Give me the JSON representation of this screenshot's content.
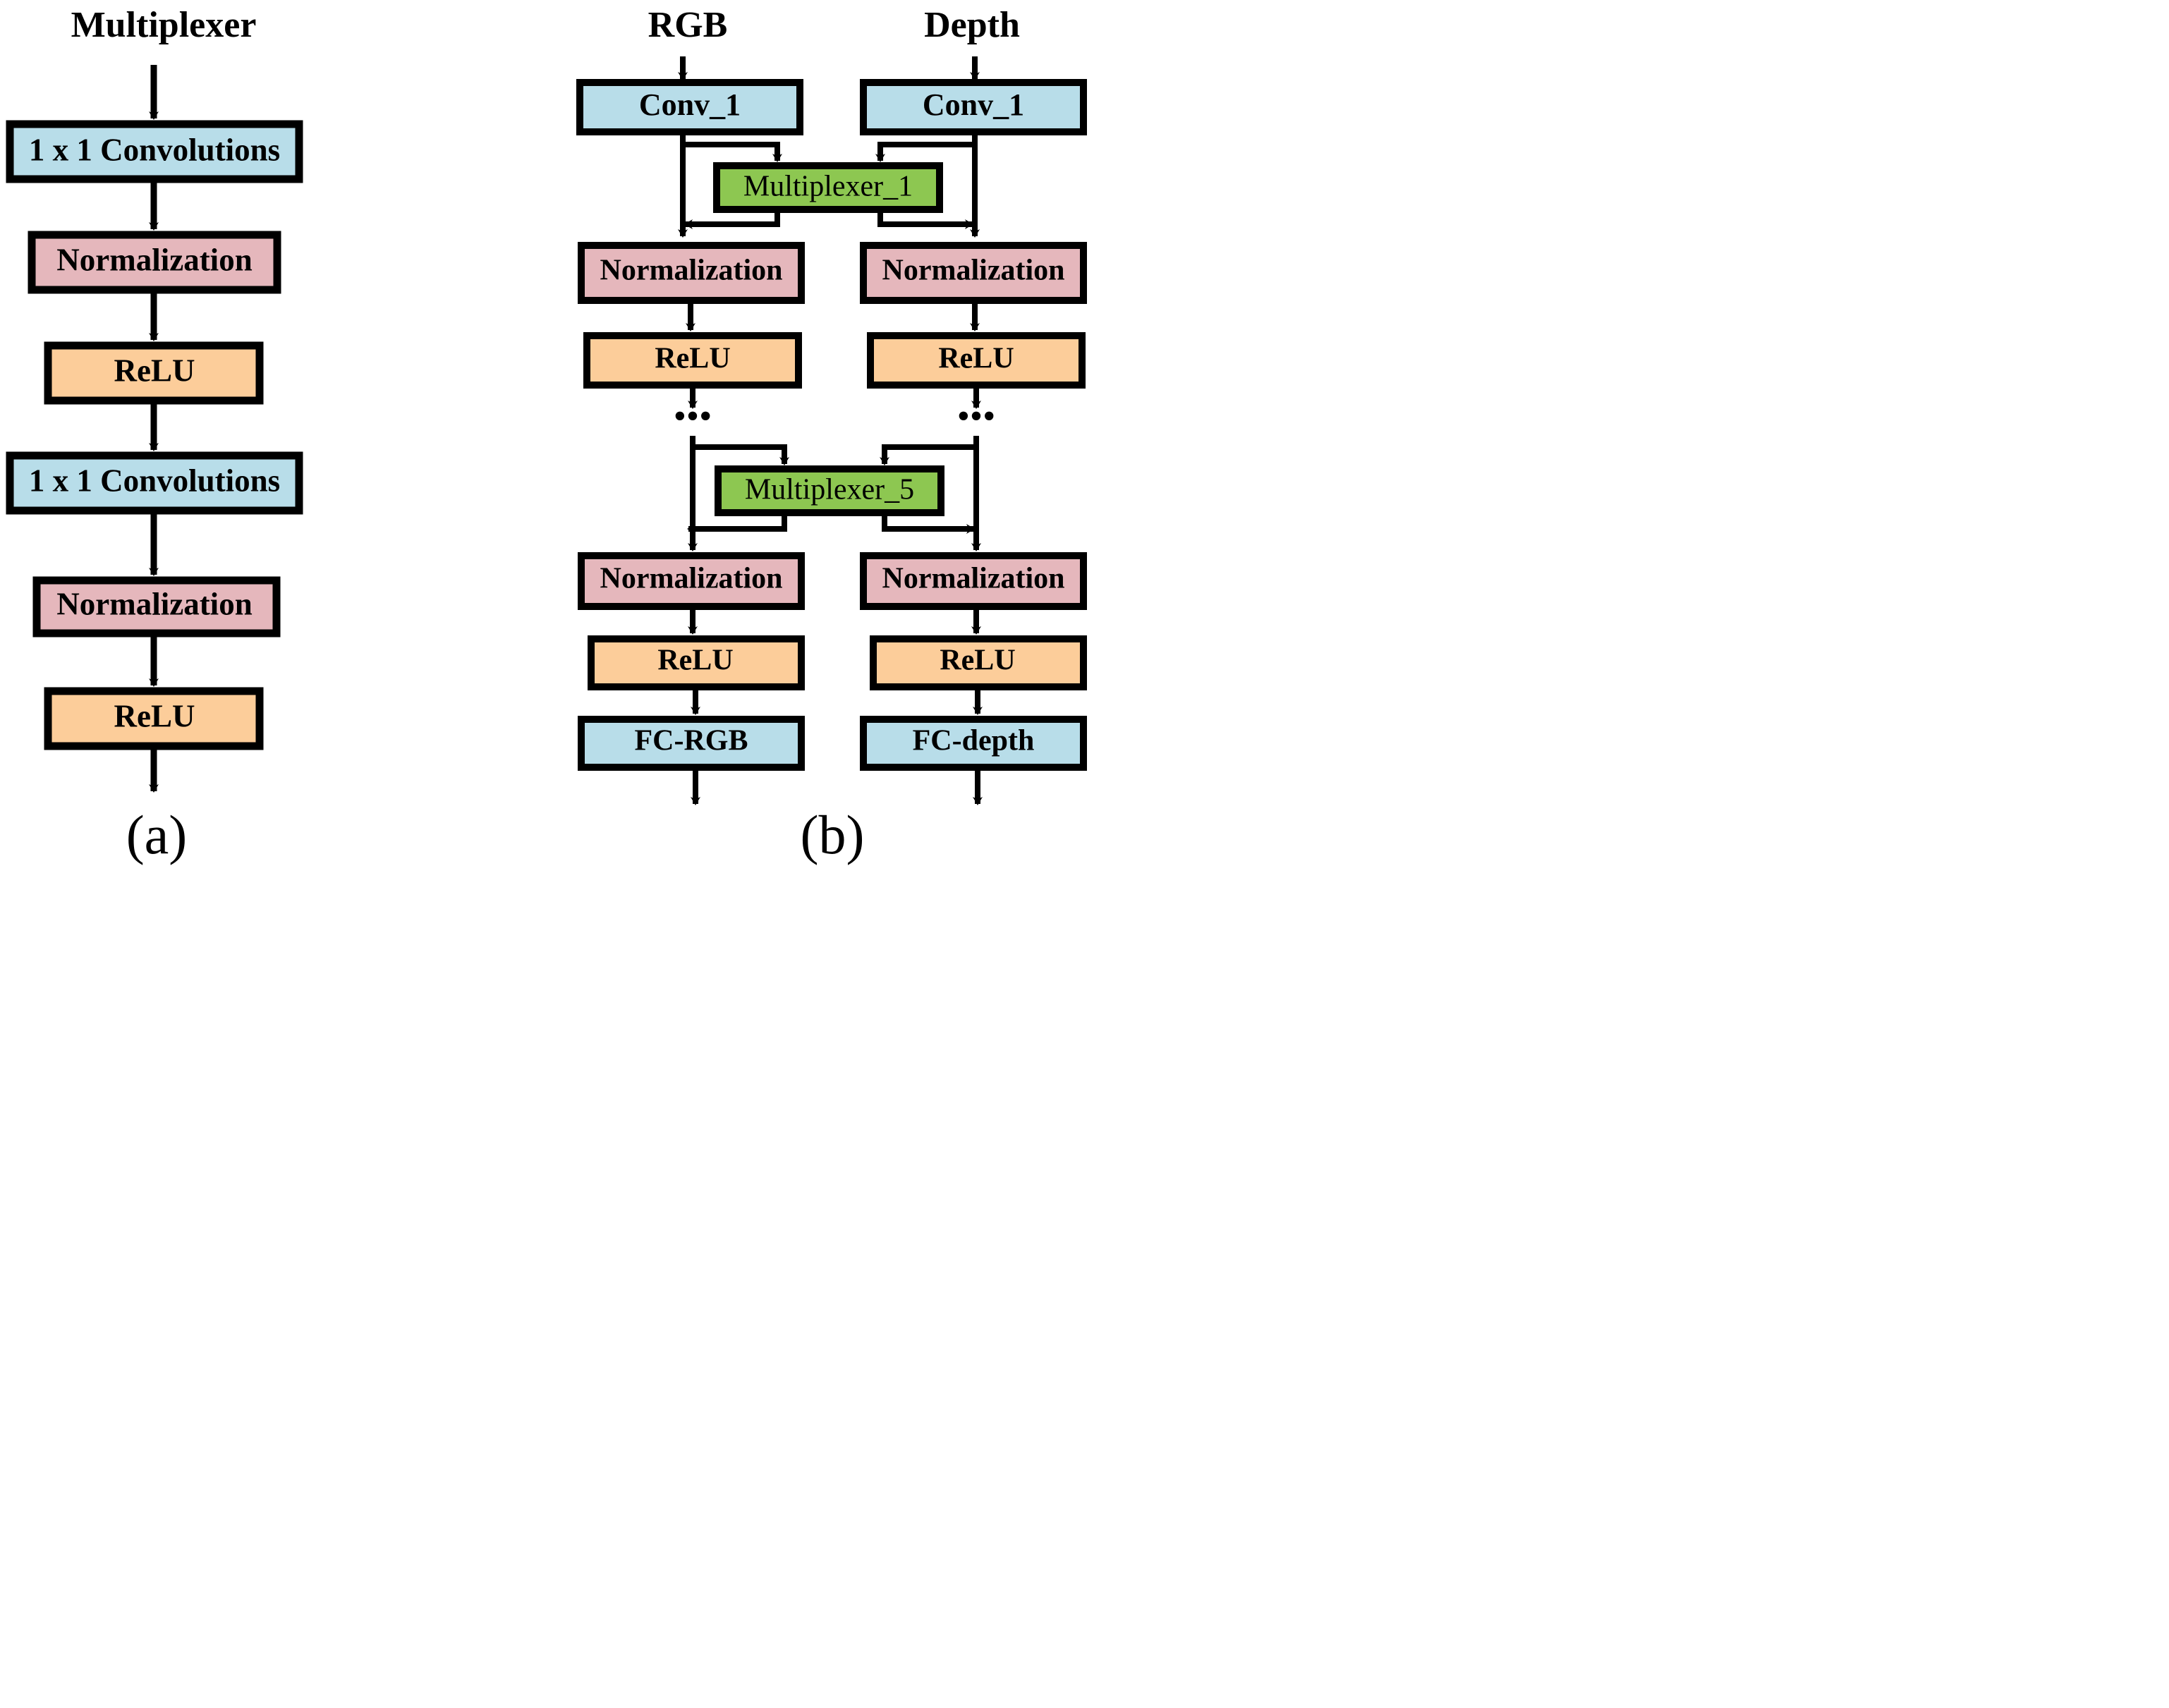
{
  "figure": {
    "background": "#ffffff",
    "stroke_color": "#000000",
    "panels": [
      {
        "id": "a",
        "caption": "(a)",
        "header": "Multiplexer",
        "blocks": [
          {
            "label": "1 x 1 Convolutions",
            "color": "#b8dde9",
            "type": "conv"
          },
          {
            "label": "Normalization",
            "color": "#e5b7bc",
            "type": "norm"
          },
          {
            "label": "ReLU",
            "color": "#fccd9a",
            "type": "relu"
          },
          {
            "label": "1 x 1 Convolutions",
            "color": "#b8dde9",
            "type": "conv"
          },
          {
            "label": "Normalization",
            "color": "#e5b7bc",
            "type": "norm"
          },
          {
            "label": "ReLU",
            "color": "#fccd9a",
            "type": "relu"
          }
        ]
      },
      {
        "id": "b",
        "caption": "(b)",
        "headers": {
          "left": "RGB",
          "right": "Depth"
        },
        "left_blocks": [
          {
            "label": "Conv_1",
            "color": "#b8dde9",
            "type": "conv"
          },
          {
            "label": "Normalization",
            "color": "#e5b7bc",
            "type": "norm"
          },
          {
            "label": "ReLU",
            "color": "#fccd9a",
            "type": "relu"
          },
          {
            "label": "Normalization",
            "color": "#e5b7bc",
            "type": "norm"
          },
          {
            "label": "ReLU",
            "color": "#fccd9a",
            "type": "relu"
          },
          {
            "label": "FC-RGB",
            "color": "#b8dde9",
            "type": "fc"
          }
        ],
        "right_blocks": [
          {
            "label": "Conv_1",
            "color": "#b8dde9",
            "type": "conv"
          },
          {
            "label": "Normalization",
            "color": "#e5b7bc",
            "type": "norm"
          },
          {
            "label": "ReLU",
            "color": "#fccd9a",
            "type": "relu"
          },
          {
            "label": "Normalization",
            "color": "#e5b7bc",
            "type": "norm"
          },
          {
            "label": "ReLU",
            "color": "#fccd9a",
            "type": "relu"
          },
          {
            "label": "FC-depth",
            "color": "#b8dde9",
            "type": "fc"
          }
        ],
        "multiplexers": [
          {
            "label": "Multiplexer_1",
            "color": "#8dc751"
          },
          {
            "label": "Multiplexer_5",
            "color": "#8dc751"
          }
        ],
        "ellipsis": {
          "left": "•••",
          "right": "•••"
        }
      }
    ]
  },
  "colors": {
    "conv_blue": "#b8dde9",
    "norm_pink": "#e5b7bc",
    "relu_orange": "#fccd9a",
    "mux_green": "#8dc751",
    "outline_black": "#000000",
    "page_white": "#ffffff"
  }
}
